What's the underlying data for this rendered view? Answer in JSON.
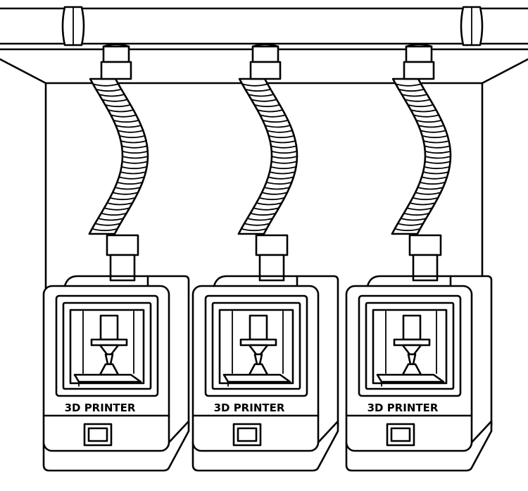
{
  "printers": [
    {
      "label": "3D PRINTER"
    },
    {
      "label": "3D PRINTER"
    },
    {
      "label": "3D PRINTER"
    }
  ]
}
